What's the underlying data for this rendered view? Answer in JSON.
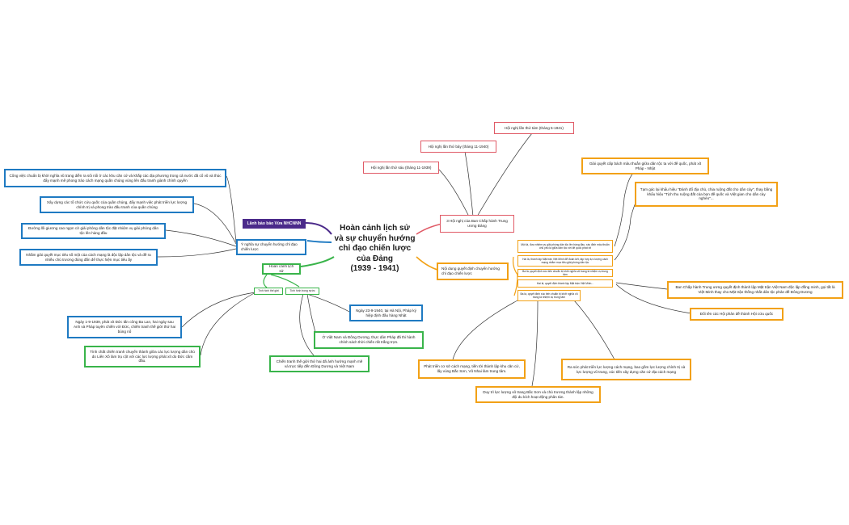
{
  "center": {
    "line1": "Hoàn cảnh lịch sử",
    "line2": "và sự chuyển hướng",
    "line3": "chỉ đạo chiến lược",
    "line4": "của Đảng",
    "line5": "(1939 - 1941)"
  },
  "colors": {
    "blue": "#1f7ac2",
    "red": "#e05a66",
    "orange": "#f2a116",
    "green": "#39b44a",
    "purple": "#4b2a8a"
  },
  "left": {
    "purple_label": "Lãnh bào bảo Vừa NHCNNN",
    "meaning": "Ý nghĩa sự chuyển hướng chỉ đạo chiến lược",
    "m1": "Công việc chuẩn bị khởi nghĩa vũ trang diễn ra sôi nổi ở các khu căn cứ và khắp các địa phương trong cả nước đã cổ vũ và thúc đẩy mạnh mẽ phong trào cách mạng quần chúng vùng lên đấu tranh giành chính quyền",
    "m2": "Xây dựng các tổ chức cứu quốc của quần chúng, đẩy mạnh việc phát triển lực lượng chính trị và phong trào đấu tranh của quần chúng",
    "m3": "Đường lối giương cao ngọn cờ giải phóng dân tộc đặt nhiệm vụ giải phóng dân tộc lên hàng đầu",
    "m4": "Nhằm giải quyết mục tiêu số một của cách mạng là độc lập dân tộc và đề ra nhiều chủ trương đúng đắn để thực hiện mục tiêu ấy",
    "context": "Hoàn cảnh lịch sử",
    "world": "Tình hình thế giới",
    "domestic": "Tình hình trong nước",
    "w1": "Ngày 1-9-1939, phát xít Đức tấn công Ba Lan, hai ngày sau Anh và Pháp tuyên chiến với Đức, chiến tranh thế giới thứ hai bùng nổ",
    "w2": "Tính chất chiến tranh chuyển thành giữa các lực lượng dân chủ do Liên Xô làm trụ cột với các lực lượng phát xít do Đức cầm đầu.",
    "d1": "Ngày 23-9-1940, tại Hà Nội, Pháp ký hiệp định đầu hàng Nhật",
    "d2": "Ở Việt Nam và Đông Dương, thực dân Pháp đã thi hành chính sách thời chiến rất trắng trợn.",
    "d3": "Chiến tranh thế giới thứ hai đã ảnh hưởng mạnh mẽ và trực tiếp đến Đông Dương và Việt Nam"
  },
  "right": {
    "conferences": "3 Hội nghị của Ban Chấp hành Trung ương Đảng",
    "c6": "Hội nghị lần thứ sáu (tháng 11-1939)",
    "c7": "Hội nghị lần thứ bảy (tháng 11-1940)",
    "c8": "Hội nghị lần thứ tám (tháng 5-1941)",
    "content": "Nội dung quyết định chuyển hướng chỉ đạo chiến lược",
    "k1": "Một là, đưa nhiệm vụ giải phóng dân tộc lên hàng đầu, xác định mâu thuẫn chủ yếu là giữa dân tộc với đế quốc phát xít",
    "k2": "Hai là, thành lập Mặt trận Việt Minh để đoàn kết, tập hợp lực lượng cách mạng nhằm mục tiêu giải phóng dân tộc",
    "k3": "Ba là, quyết định xúc tiến chuẩn bị khởi nghĩa vũ trang là nhiệm vụ trung tâm",
    "k4": "Hai là, quyết định thành lập Mặt trận Việt Minh...",
    "k5": "Ba là, quyết định xúc tiến chuẩn bị khởi nghĩa vũ trang là nhiệm vụ trung tâm",
    "o1": "Giải quyết cấp bách mâu thuẫn giữa dân tộc ta với đế quốc, phát xít Pháp - Nhật",
    "o2": "Tạm gác lại khẩu hiệu \"Đánh đổ địa chủ, chia ruộng đất cho dân cày\", thay bằng khẩu hiệu \"Tịch thu ruộng đất của bọn đế quốc và Việt gian cho dân cày nghèo\"...",
    "o3": "Ban Chấp hành Trung ương quyết định thành lập Mặt trận Việt Nam độc lập đồng minh, gọi tắt là Việt Minh thay cho Mặt trận thống nhất dân tộc phản đế Đông Dương",
    "o4": "Đổi tên các Hội phản đế thành Hội cứu quốc",
    "o5": "Phát triển cơ sở cách mạng, tiến tới thành lập khu căn cứ, lấy vùng Bắc Sơn, Vũ Nhai làm trung tâm.",
    "o6": "Duy trì lực lượng vũ trang Bắc Sơn và chủ trương thành lập những đội du kích hoạt động phân tán.",
    "o7": "Ra sức phát triển lực lượng cách mạng, bao gồm lực lượng chính trị và lực lượng vũ trang, xúc tiến xây dựng căn cứ địa cách mạng"
  }
}
